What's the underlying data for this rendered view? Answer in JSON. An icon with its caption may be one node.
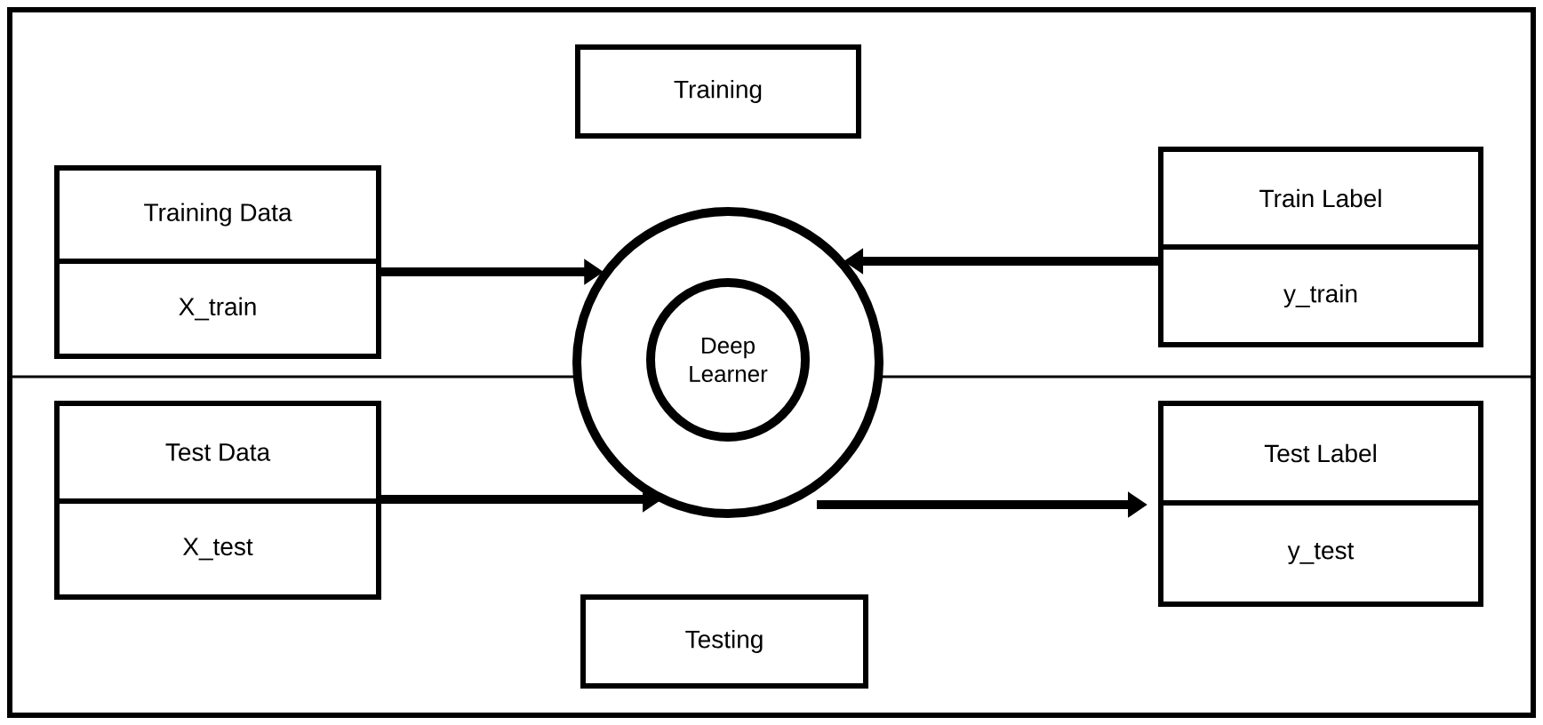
{
  "diagram": {
    "nodes": [
      {
        "text": [
          "Training"
        ]
      },
      {
        "text": [
          "Training Data",
          "X_train"
        ]
      },
      {
        "text": [],
        "shape": "circle"
      },
      {
        "text": [
          "Deep Learner"
        ],
        "in": 2
      },
      {
        "text": [
          "Train Label",
          "y_train"
        ]
      },
      {
        "text": [
          "Test Data",
          "X_test"
        ]
      },
      {
        "text": [
          "Test Label",
          "y_test"
        ]
      },
      {
        "text": [
          "Testing"
        ]
      }
    ],
    "edges": [
      {
        "from": 1,
        "to": 2,
        "arrow": "to"
      },
      {
        "from": 4,
        "to": 2,
        "arrow": "to"
      },
      {
        "from": 5,
        "to": 2,
        "arrow": "to"
      },
      {
        "from": 2,
        "to": 6,
        "arrow": "to"
      }
    ]
  }
}
